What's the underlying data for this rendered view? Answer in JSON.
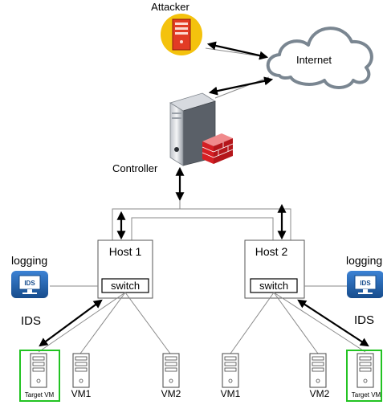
{
  "labels": {
    "attacker": "Attacker",
    "internet": "Internet",
    "controller": "Controller",
    "host1": "Host 1",
    "host2": "Host 2",
    "switch1": "switch",
    "switch2": "switch",
    "logging_left": "logging",
    "logging_right": "logging",
    "ids_left": "IDS",
    "ids_right": "IDS",
    "ids_badge_left": "IDS",
    "ids_badge_right": "IDS",
    "vm1_left": "VM1",
    "vm2_left": "VM2",
    "vm1_right": "VM1",
    "vm2_right": "VM2",
    "target_left": "Target VM",
    "target_right": "Target VM"
  },
  "icons": {
    "attacker": "attacker-server-icon",
    "cloud": "cloud-icon",
    "controller": "server-tower-icon",
    "firewall": "firewall-icon",
    "ids_monitor": "monitor-icon",
    "vm": "tower-pc-icon"
  },
  "colors": {
    "attacker_bg": "#f4c20d",
    "attacker_server": "#e23b25",
    "firewall": "#d61f24",
    "ids_blue": "#1e5fa8",
    "target_border": "#22c322",
    "line": "#8a8a8a",
    "arrow": "#000000"
  }
}
